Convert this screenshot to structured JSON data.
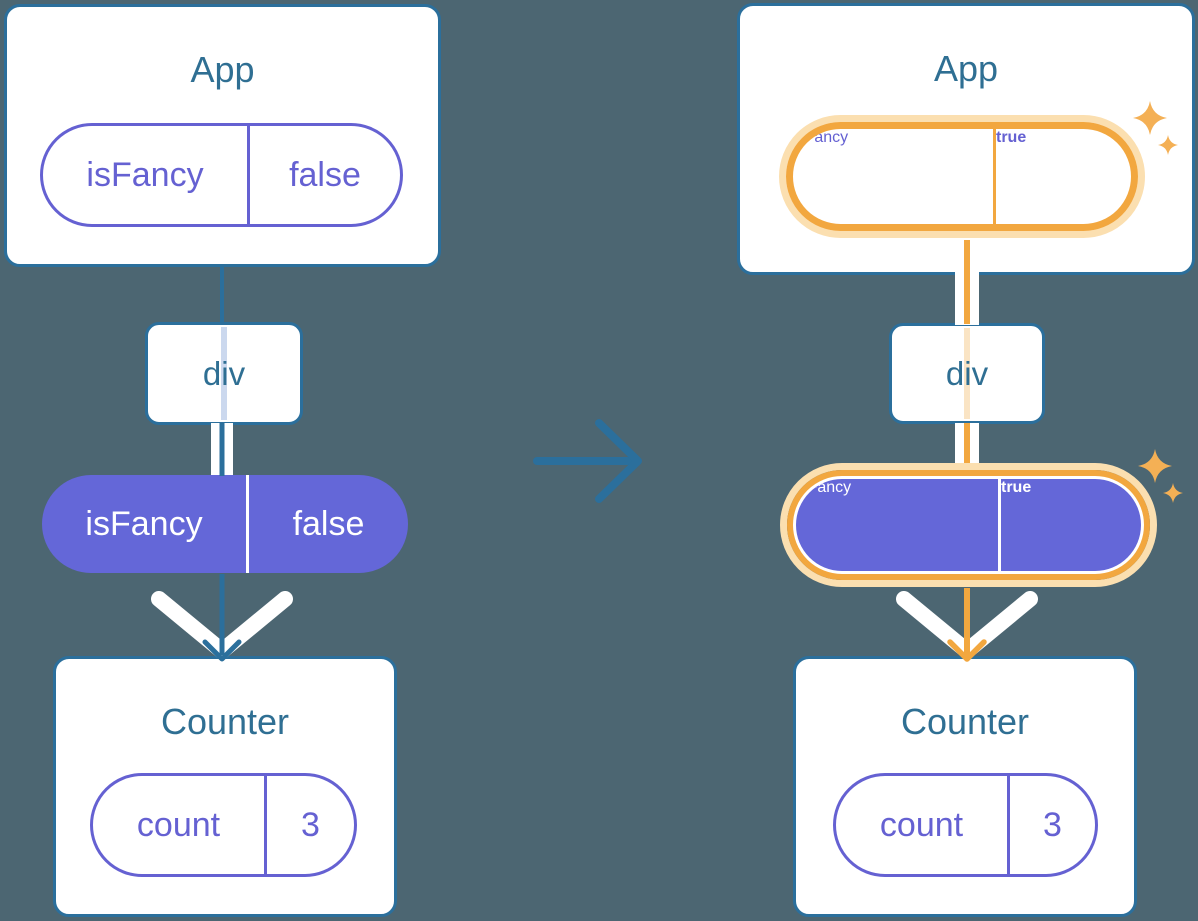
{
  "colors": {
    "bg": "#4C6672",
    "teal": "#2B6F9C",
    "teal_text": "#2F6F93",
    "purple_fill": "#6467D8",
    "purple_text": "#6561D2",
    "orange": "#F2A73F",
    "peach": "#FBDFB0",
    "sparkle": "#F4B055",
    "lavender_pass": "#CBD8EE",
    "peach_pass": "#FAE4C4",
    "white": "#FFFFFF"
  },
  "icons": {
    "transition_arrow": "arrow-right-icon",
    "prop_flow": "arrow-down-chevron-icon",
    "highlight": "sparkle-icon"
  },
  "left": {
    "app_title": "App",
    "state_name": "isFancy",
    "state_value": "false",
    "div_label": "div",
    "prop_name": "isFancy",
    "prop_value": "false",
    "counter_title": "Counter",
    "count_name": "count",
    "count_value": "3"
  },
  "right": {
    "app_title": "App",
    "state_name": "isFancy",
    "state_value": "true",
    "div_label": "div",
    "prop_name": "isFancy",
    "prop_value": "true",
    "counter_title": "Counter",
    "count_name": "count",
    "count_value": "3"
  }
}
